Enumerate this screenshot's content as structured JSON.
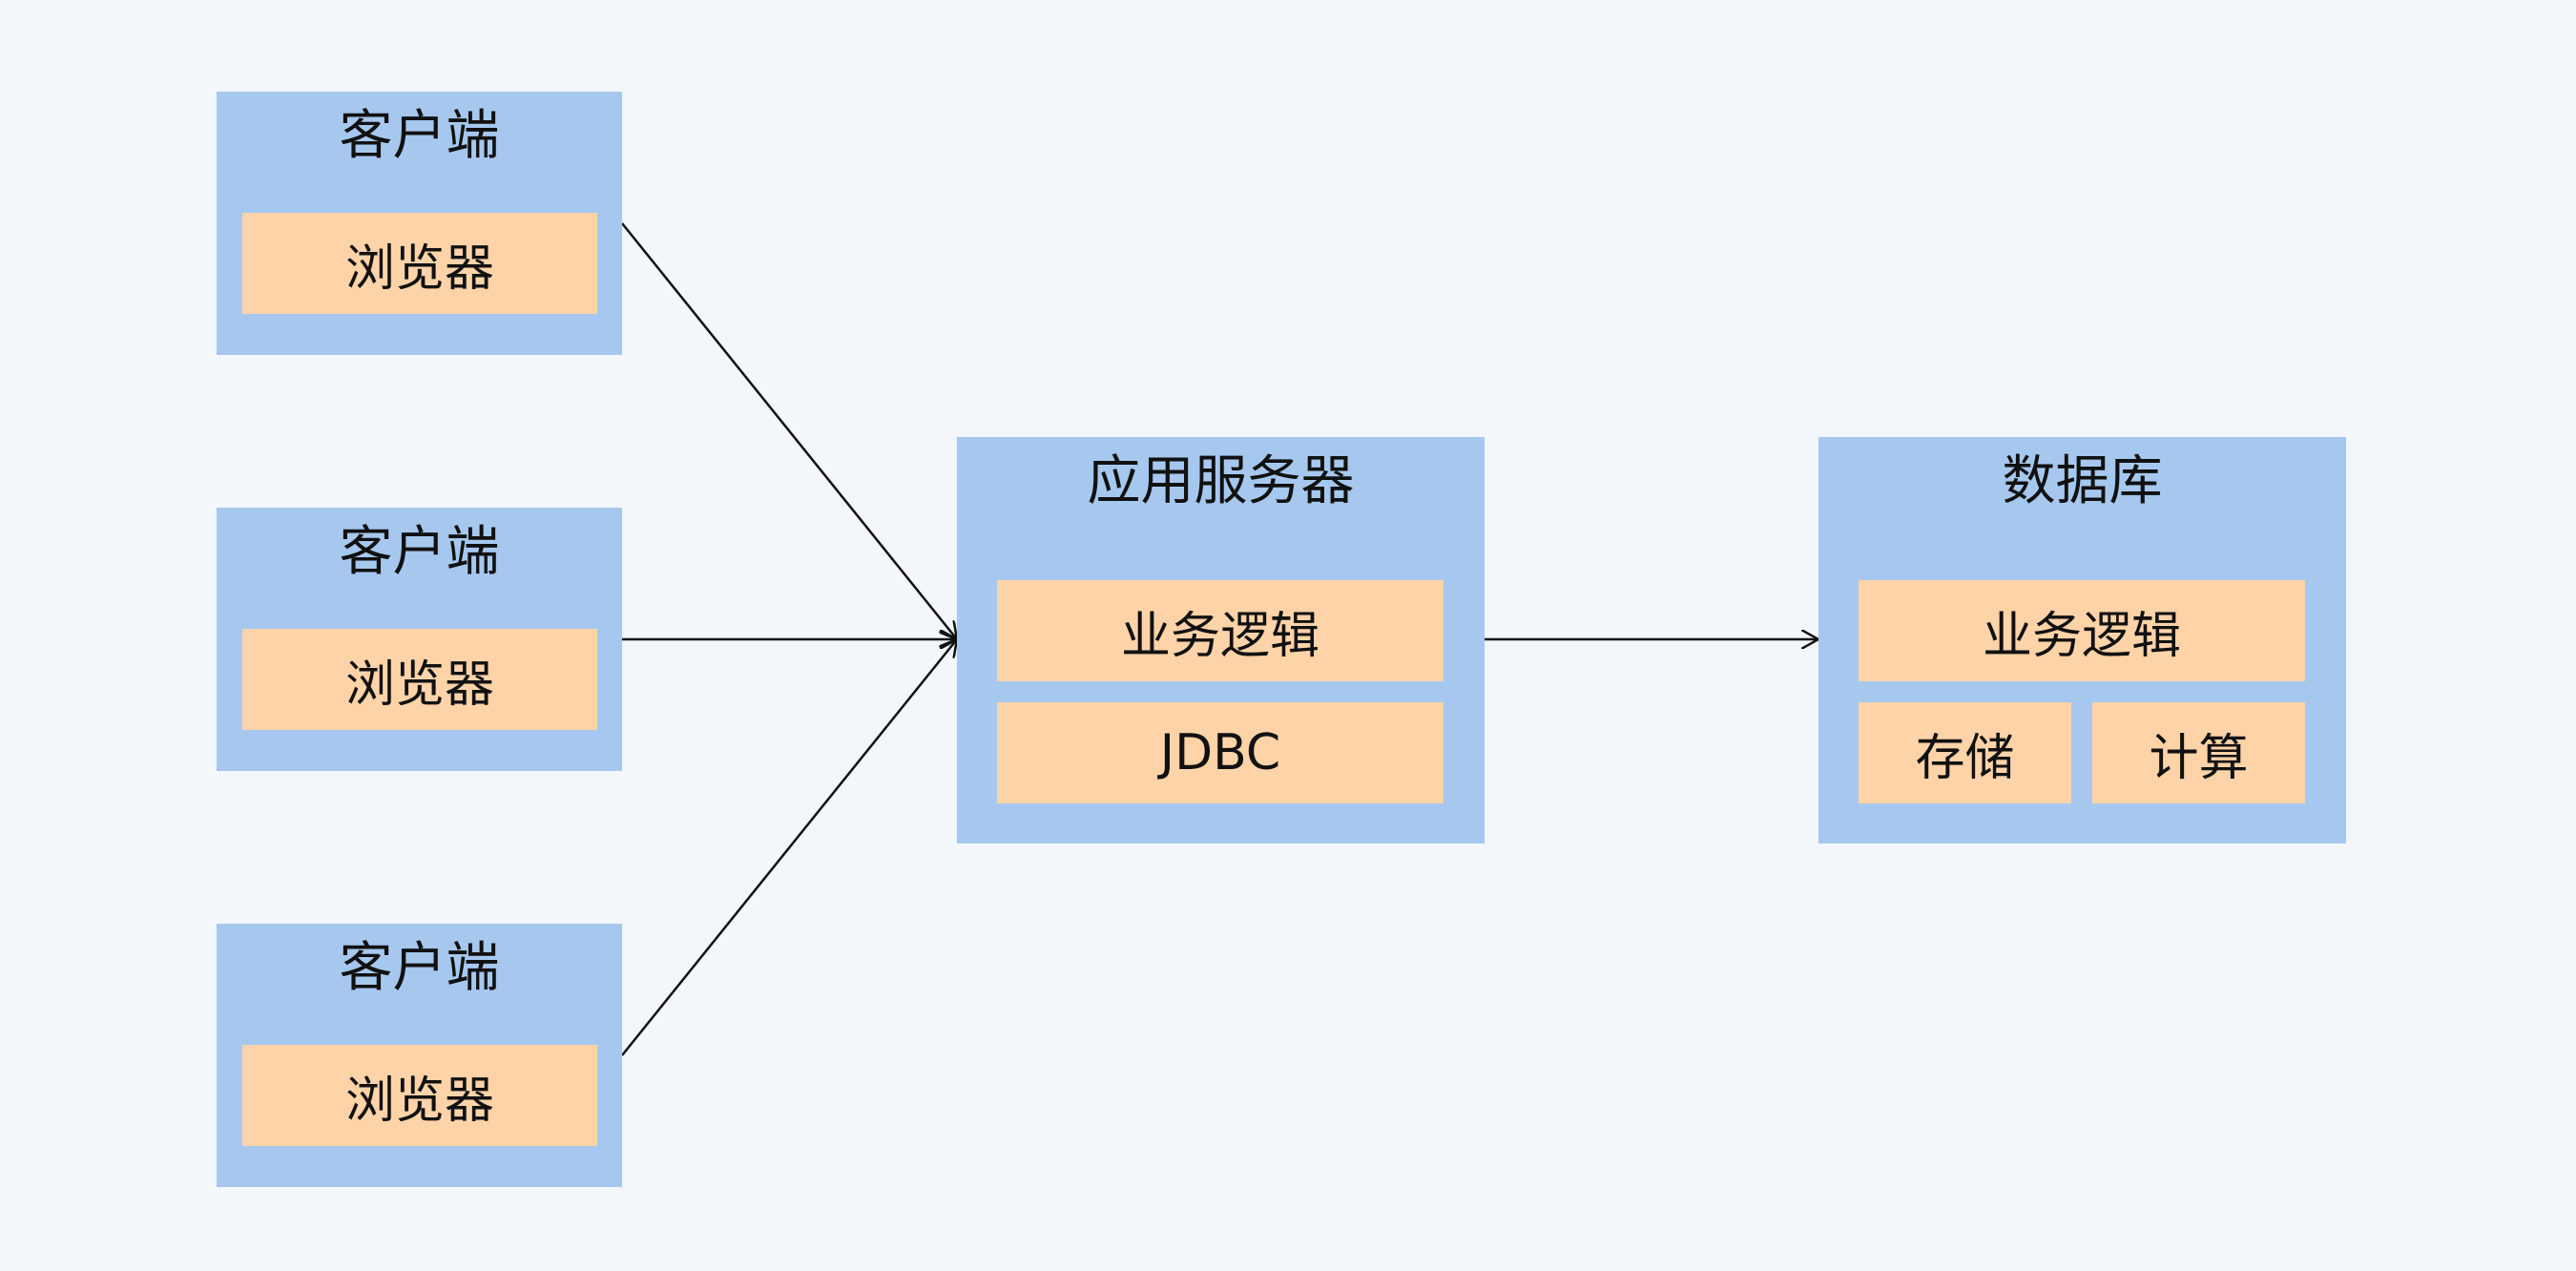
{
  "clients": [
    {
      "title": "客户端",
      "component": "浏览器"
    },
    {
      "title": "客户端",
      "component": "浏览器"
    },
    {
      "title": "客户端",
      "component": "浏览器"
    }
  ],
  "app_server": {
    "title": "应用服务器",
    "components": [
      "业务逻辑",
      "JDBC"
    ]
  },
  "database": {
    "title": "数据库",
    "logic": "业务逻辑",
    "storage": "存储",
    "compute": "计算"
  },
  "colors": {
    "background": "#f3f6fb",
    "container": "#a6c8ee",
    "component": "#fed3a8",
    "connector": "#111111"
  }
}
